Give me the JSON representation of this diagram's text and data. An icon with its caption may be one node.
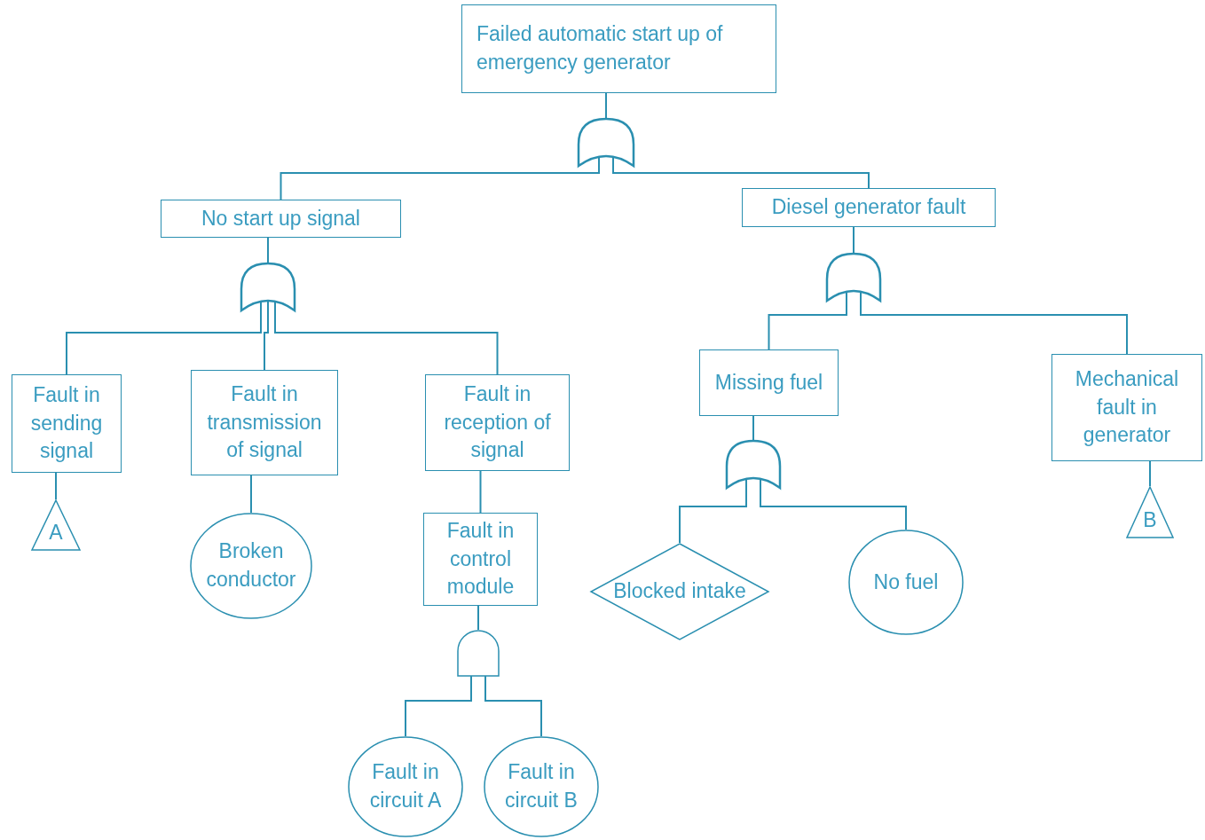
{
  "diagram": {
    "nodes": [
      {
        "text": [
          "Failed automatic start up of emergency generator"
        ]
      },
      {
        "text": [],
        "shape": "or-gate"
      },
      {
        "text": [
          "No start up signal"
        ]
      },
      {
        "text": [
          "Diesel generator fault"
        ]
      },
      {
        "text": [],
        "shape": "or-gate"
      },
      {
        "text": [
          "Fault in sending signal"
        ]
      },
      {
        "text": [
          "Fault in transmission of signal"
        ]
      },
      {
        "text": [
          "Fault in reception of signal"
        ]
      },
      {
        "text": [
          "A"
        ]
      },
      {
        "text": [
          "Broken conductor"
        ]
      },
      {
        "text": [
          "Fault in control module"
        ]
      },
      {
        "text": [],
        "shape": "and-gate"
      },
      {
        "text": [
          "Fault in circuit A"
        ]
      },
      {
        "text": [
          "Fault in circuit B"
        ]
      },
      {
        "text": [],
        "shape": "or-gate"
      },
      {
        "text": [
          "Missing fuel"
        ]
      },
      {
        "text": [
          "Mechanical fault in generator"
        ]
      },
      {
        "text": [],
        "shape": "or-gate"
      },
      {
        "text": [
          "Blocked intake"
        ]
      },
      {
        "text": [
          "No fuel"
        ]
      },
      {
        "text": [
          "B"
        ]
      }
    ],
    "edges": [
      {
        "from": 0,
        "to": 1,
        "arrow": "none"
      },
      {
        "from": 1,
        "to": 2,
        "arrow": "none"
      },
      {
        "from": 1,
        "to": 3,
        "arrow": "none"
      },
      {
        "from": 2,
        "to": 4,
        "arrow": "none"
      },
      {
        "from": 4,
        "to": 5,
        "arrow": "none"
      },
      {
        "from": 4,
        "to": 6,
        "arrow": "none"
      },
      {
        "from": 4,
        "to": 7,
        "arrow": "none"
      },
      {
        "from": 5,
        "to": 8,
        "arrow": "none"
      },
      {
        "from": 6,
        "to": 9,
        "arrow": "none"
      },
      {
        "from": 7,
        "to": 10,
        "arrow": "none"
      },
      {
        "from": 10,
        "to": 11,
        "arrow": "none"
      },
      {
        "from": 11,
        "to": 12,
        "arrow": "none"
      },
      {
        "from": 11,
        "to": 13,
        "arrow": "none"
      },
      {
        "from": 3,
        "to": 14,
        "arrow": "none"
      },
      {
        "from": 14,
        "to": 15,
        "arrow": "none"
      },
      {
        "from": 14,
        "to": 16,
        "arrow": "none"
      },
      {
        "from": 15,
        "to": 17,
        "arrow": "none"
      },
      {
        "from": 17,
        "to": 18,
        "arrow": "none"
      },
      {
        "from": 17,
        "to": 19,
        "arrow": "none"
      },
      {
        "from": 16,
        "to": 20,
        "arrow": "none"
      }
    ]
  }
}
